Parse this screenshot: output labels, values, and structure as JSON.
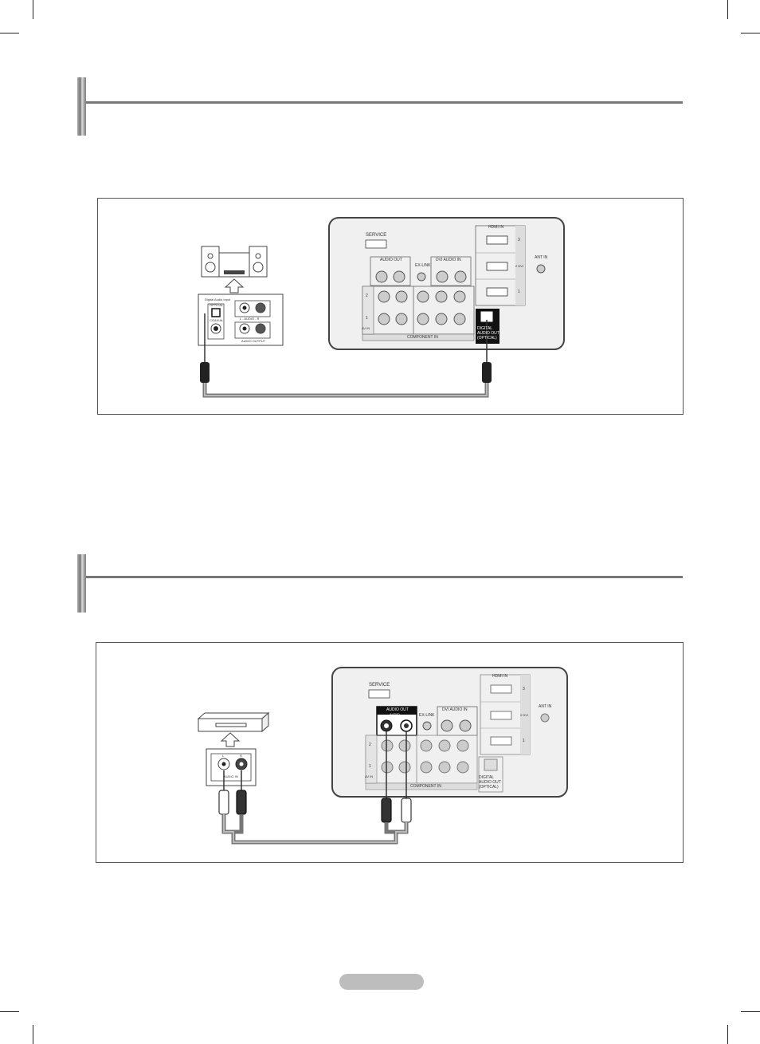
{
  "diagram1": {
    "panel": {
      "service": "SERVICE",
      "audio_out": "AUDIO OUT",
      "audio": "AUDIO",
      "ex_link": "EX-LINK",
      "dvi_audio_in": "DVI AUDIO IN",
      "hdmi_in": "HDMI IN",
      "ant_in": "ANT IN",
      "component_in": "COMPONENT IN",
      "digital_audio_out": "DIGITAL AUDIO OUT (OPTICAL)",
      "av_in": "AV IN",
      "hdmi_numbers": [
        "3",
        "2 DVI",
        "1"
      ],
      "row_numbers": [
        "2",
        "1"
      ]
    },
    "device": {
      "digital_audio_input": "Digital Audio Input",
      "optical": "OPTICAL",
      "coaxial": "COAXIAL",
      "audio_lr": "L - AUDIO - R",
      "audio_output": "AUDIO OUTPUT"
    }
  },
  "diagram2": {
    "panel": {
      "service": "SERVICE",
      "audio_out": "AUDIO OUT",
      "audio": "AUDIO",
      "ex_link": "EX-LINK",
      "dvi_audio_in": "DVI AUDIO IN",
      "hdmi_in": "HDMI IN",
      "ant_in": "ANT IN",
      "component_in": "COMPONENT IN",
      "digital_audio_out": "DIGITAL AUDIO OUT (OPTICAL)",
      "av_in": "AV IN",
      "hdmi_numbers": [
        "3",
        "2 DVI",
        "1"
      ],
      "row_numbers": [
        "2",
        "1"
      ]
    },
    "device": {
      "l": "L",
      "r": "R",
      "audio_in": "AUDIO IN"
    }
  },
  "colors": {
    "panel_fill": "#f0f0f0",
    "panel_stroke": "#444444",
    "cable": "#777777",
    "rule": "#777777",
    "pill": "#bdbdbd"
  }
}
